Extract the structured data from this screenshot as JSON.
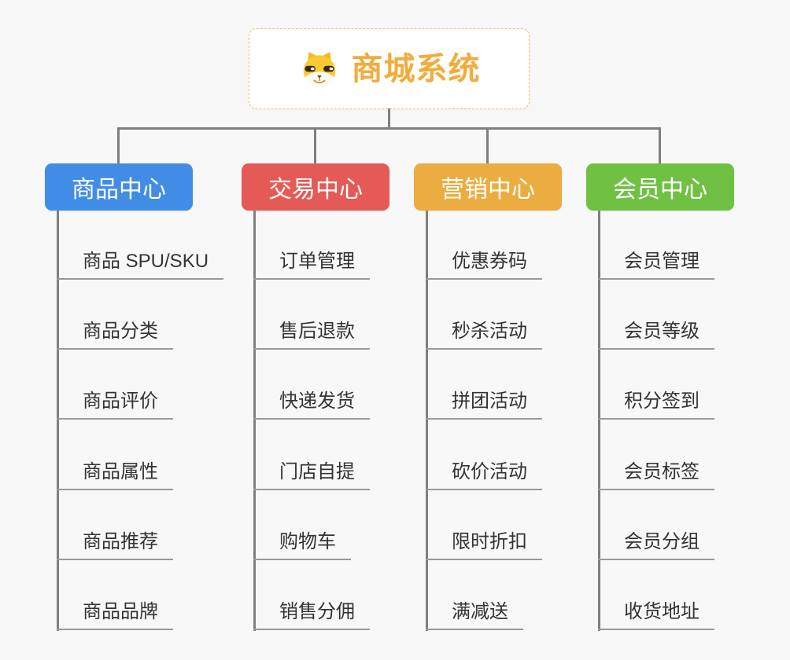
{
  "root": {
    "title": "商城系统",
    "icon": "dog-face-icon"
  },
  "colors": {
    "background": "#f8f8f8",
    "root_border": "#f3c06e",
    "root_text": "#f2ac3c",
    "connector": "#7f7f7f",
    "leaf_underline": "#999999",
    "leaf_text": "#333333"
  },
  "branches": [
    {
      "label": "商品中心",
      "color": "#418de6",
      "items": [
        "商品 SPU/SKU",
        "商品分类",
        "商品评价",
        "商品属性",
        "商品推荐",
        "商品品牌"
      ]
    },
    {
      "label": "交易中心",
      "color": "#e55a56",
      "items": [
        "订单管理",
        "售后退款",
        "快递发货",
        "门店自提",
        "购物车",
        "销售分佣"
      ]
    },
    {
      "label": "营销中心",
      "color": "#ebad41",
      "items": [
        "优惠券码",
        "秒杀活动",
        "拼团活动",
        "砍价活动",
        "限时折扣",
        "满减送"
      ]
    },
    {
      "label": "会员中心",
      "color": "#70c143",
      "items": [
        "会员管理",
        "会员等级",
        "积分签到",
        "会员标签",
        "会员分组",
        "收货地址"
      ]
    }
  ]
}
